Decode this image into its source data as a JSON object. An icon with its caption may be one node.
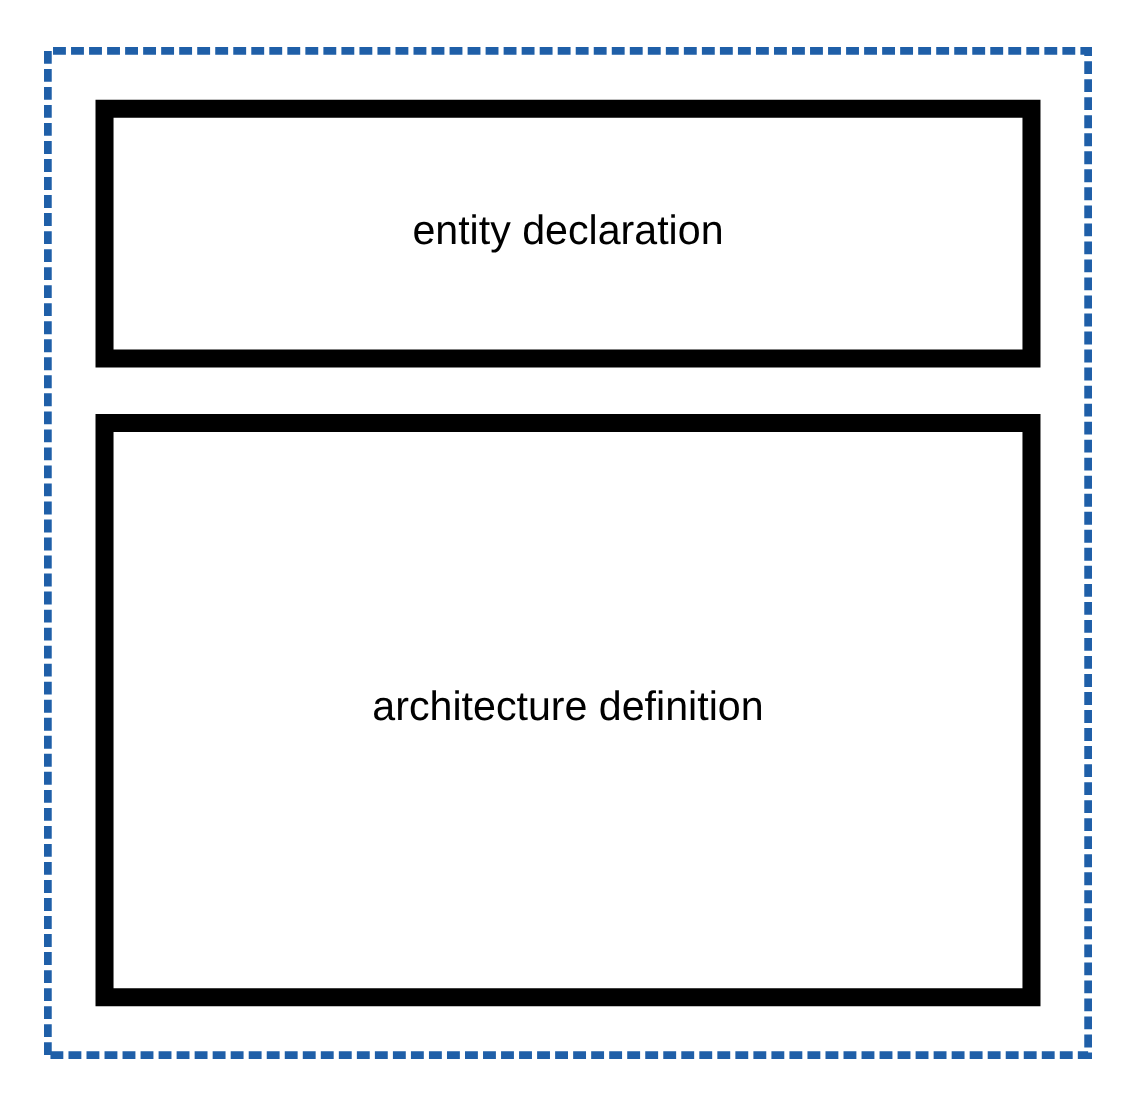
{
  "diagram": {
    "nodes": [
      {
        "text": [],
        "shape": "box"
      },
      {
        "text": [
          "entity declaration"
        ],
        "in": 0
      },
      {
        "text": [
          "architecture definition"
        ],
        "in": 0
      }
    ]
  }
}
